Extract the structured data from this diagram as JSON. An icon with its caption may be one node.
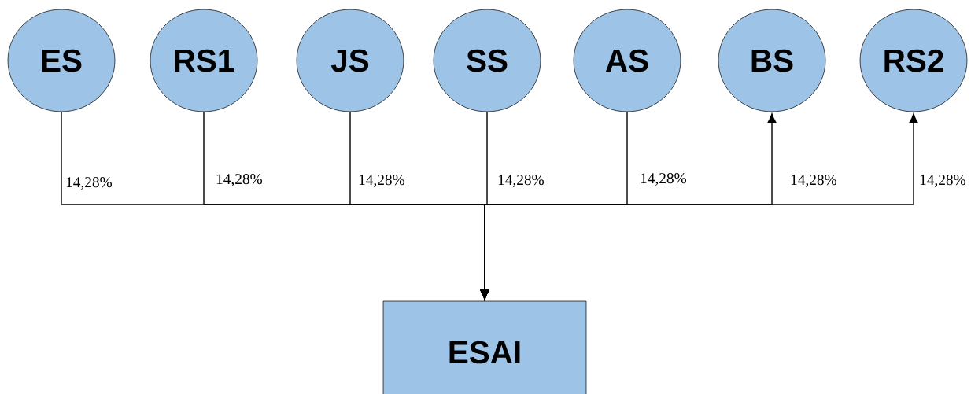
{
  "diagram": {
    "nodes": [
      {
        "text": [
          "ES"
        ]
      },
      {
        "text": [
          "RS1"
        ]
      },
      {
        "text": [
          "JS"
        ]
      },
      {
        "text": [
          "SS"
        ]
      },
      {
        "text": [
          "AS"
        ]
      },
      {
        "text": [
          "BS"
        ]
      },
      {
        "text": [
          "RS2"
        ]
      },
      {
        "text": [
          "ESAI"
        ]
      }
    ],
    "edges": [
      {
        "from": 0,
        "to": 7,
        "arrow": "to",
        "label": "14,28%"
      },
      {
        "from": 1,
        "to": 7,
        "arrow": "to",
        "label": "14,28%"
      },
      {
        "from": 2,
        "to": 7,
        "arrow": "to",
        "label": "14,28%"
      },
      {
        "from": 3,
        "to": 7,
        "arrow": "to",
        "label": "14,28%"
      },
      {
        "from": 4,
        "to": 7,
        "arrow": "to",
        "label": "14,28%"
      },
      {
        "from": 7,
        "to": 5,
        "arrow": "to",
        "label": "14,28%"
      },
      {
        "from": 7,
        "to": 6,
        "arrow": "to",
        "label": "14,28%"
      }
    ]
  }
}
